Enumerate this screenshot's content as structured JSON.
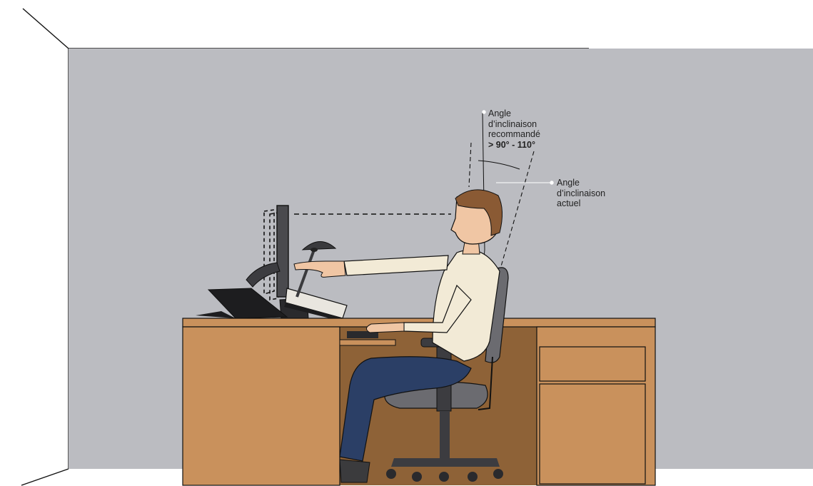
{
  "annotations": {
    "recommended": {
      "line1": "Angle",
      "line2": "d’inclinaison",
      "line3": "recommandé",
      "range": "> 90° - 110°"
    },
    "current": {
      "line1": "Angle",
      "line2": "d’inclinaison",
      "line3": "actuel"
    }
  },
  "colors": {
    "wall": "#bbbcc1",
    "desk": "#c9915c",
    "desk_shadow": "#8e6237",
    "shirt": "#f2ead6",
    "jeans": "#2b3f66",
    "hair": "#8a5a34",
    "skin": "#f0c6a4",
    "chair": "#6b6b70",
    "monitor": "#4a4a4e"
  },
  "icons": {
    "person": "seated-person-icon",
    "monitor": "monitor-icon",
    "lamp": "desk-lamp-icon",
    "chair": "office-chair-icon",
    "desk": "desk-icon"
  }
}
